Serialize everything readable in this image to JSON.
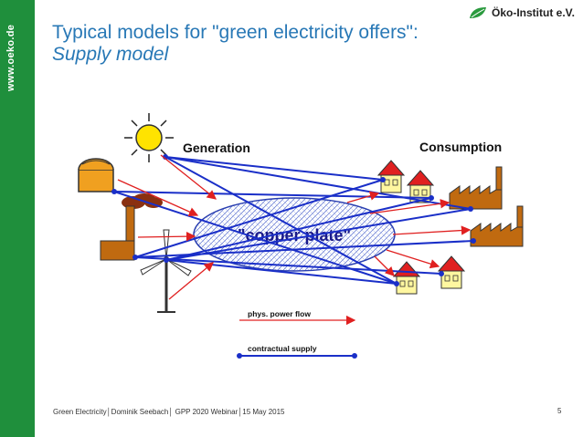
{
  "sidebar": {
    "url": "www.oeko.de"
  },
  "logo": {
    "text": "Öko-Institut e.V."
  },
  "title": {
    "line1": "Typical models for \"green electricity offers\":",
    "line2": "Supply model"
  },
  "diagram": {
    "generation_label": "Generation",
    "consumption_label": "Consumption",
    "center_label": "\"copper plate\"",
    "legend": {
      "phys_label": "phys. power flow",
      "contract_label": "contractual supply"
    },
    "colors": {
      "physical_flow": "#e02020",
      "contractual_supply": "#1a2fc8",
      "title": "#2878b6",
      "sidebar": "#1f8f3c"
    }
  },
  "footer": {
    "text": "Green Electricity│Dominik Seebach│ GPP 2020 Webinar│15 May 2015",
    "page": "5"
  }
}
